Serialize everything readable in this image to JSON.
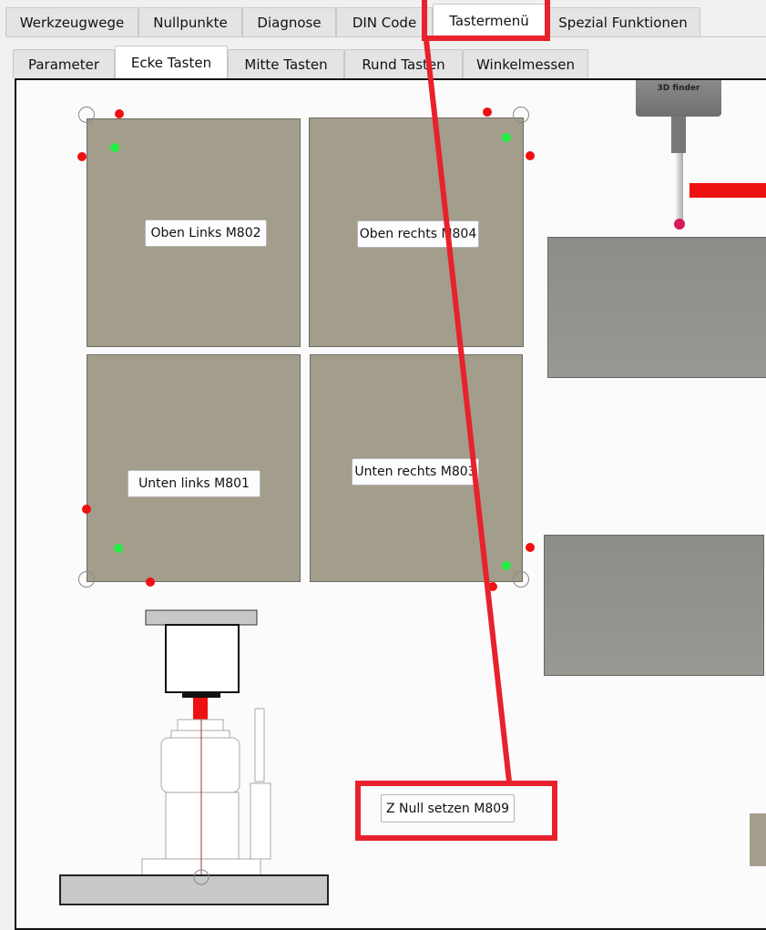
{
  "main_tabs": [
    "Werkzeugwege",
    "Nullpunkte",
    "Diagnose",
    "DIN Code",
    "Tastermenü",
    "Spezial Funktionen"
  ],
  "main_tab_selected": "Tastermenü",
  "sub_tabs": [
    "Parameter",
    "Ecke Tasten",
    "Mitte Tasten",
    "Rund Tasten",
    "Winkelmessen"
  ],
  "sub_tab_selected": "Ecke Tasten",
  "buttons": {
    "top_left": "Oben Links M802",
    "top_right": "Oben rechts M804",
    "bottom_left": "Unten links M801",
    "bottom_right": "Unten rechts M803",
    "z_null": "Z Null setzen M809"
  },
  "probe_label": "3D finder",
  "colors": {
    "annotation": "#e8222c",
    "block": "#a39d8c",
    "contact_red": "#ee1111",
    "contact_green": "#22ee44"
  }
}
